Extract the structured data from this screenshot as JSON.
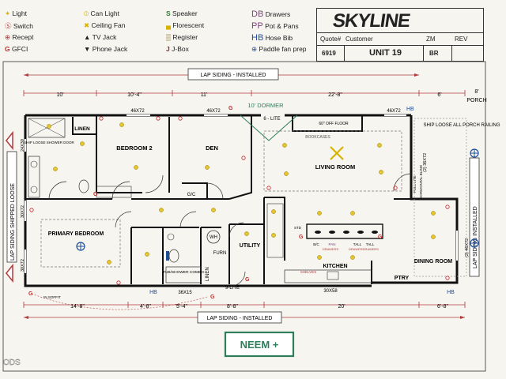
{
  "legend": {
    "items": [
      {
        "symbol": "✦",
        "label": "Light",
        "color": "#d7b200"
      },
      {
        "symbol": "Ⓢ",
        "label": "Switch",
        "color": "#c62828"
      },
      {
        "symbol": "⊕",
        "label": "Recept",
        "color": "#c62828"
      },
      {
        "symbol": "G",
        "label": "GFCI",
        "color": "#c62828"
      },
      {
        "symbol": "⦶",
        "label": "Can Light",
        "color": "#d7b200"
      },
      {
        "symbol": "✖",
        "label": "Ceiling Fan",
        "color": "#d7b200"
      },
      {
        "symbol": "▲",
        "label": "TV Jack",
        "color": "#111111"
      },
      {
        "symbol": "▼",
        "label": "Phone Jack",
        "color": "#111111"
      },
      {
        "symbol": "S",
        "label": "Speaker",
        "color": "#2e7d32"
      },
      {
        "symbol": "▄",
        "label": "Florescent",
        "color": "#d7b200"
      },
      {
        "symbol": "▒",
        "label": "Register",
        "color": "#8d6e1f"
      },
      {
        "symbol": "J",
        "label": "J-Box",
        "color": "#8b2c2c"
      },
      {
        "symbol": "DB",
        "label": "Drawers",
        "color": "#7b3f7b"
      },
      {
        "symbol": "PP",
        "label": "Pot & Pans",
        "color": "#7b3f7b"
      },
      {
        "symbol": "HB",
        "label": "Hose Bib",
        "color": "#1f4e9c"
      },
      {
        "symbol": "⊕",
        "label": "Paddle fan prep",
        "color": "#1f4e9c"
      }
    ]
  },
  "title_block": {
    "brand": "SKYLINE",
    "quote_label": "Quote#",
    "customer_label": "Customer",
    "zm_label": "ZM",
    "rev_label": "REV",
    "quote_value": "6919",
    "customer_value": "UNIT 19",
    "zm_value": "BR"
  },
  "dimensions": {
    "top_siding": "LAP SIDING - INSTALLED",
    "bottom_siding": "LAP SIDING - INSTALLED",
    "top": [
      "10'",
      "10'-4\"",
      "11'",
      "22'-8\"",
      "6'"
    ],
    "porch_depth": "8'",
    "porch_label": "PORCH",
    "bottom": [
      "14'-8\"",
      "4'-8\"",
      "5'-4\"",
      "8'-8\"",
      "20'",
      "6'-8\""
    ],
    "left_side": "LAP SIDING SHIPPED LOOSE",
    "right_side": "LAP SIDING INSTALLED",
    "left_window_1": "24X39",
    "left_window_2": "30X72",
    "left_window_3": "30X72"
  },
  "rooms": {
    "linen_top": "LINEN",
    "bedroom2": "BEDROOM 2",
    "den": "DEN",
    "living": "LIVING ROOM",
    "primary": "PRIMARY BEDROOM",
    "utility": "UTILITY",
    "kitchen": "KITCHEN",
    "dining": "DINING ROOM",
    "ptry": "PTRY",
    "linen_side": "LINEN",
    "furn": "FURN",
    "wh": "WH",
    "gc": "G/C"
  },
  "annotations": {
    "dormer": "10' DORMER",
    "six_lite": "6 - LITE",
    "nine_lite": "9-LITE",
    "window_46a": "46X72",
    "window_46b": "46X72",
    "window_46c": "46X72",
    "hb_top": "HB",
    "hb_bottom_left": "HB",
    "hb_bottom_right": "HB",
    "off_floor": "60\" OFF FLOOR",
    "bookcases": "BOOKCASES",
    "ship_loose_shower": "SHIP LOOSE SHOWER DOOR",
    "ship_loose_porch": "SHIP LOOSE ALL PORCH RAILING",
    "tub_shower": "TUB/SHOWER COMBO",
    "win_36x15": "36X15",
    "win_30x58": "30X58",
    "in_soffit": "IN SOFFIT",
    "shelves": "SHELVES",
    "std": "STD",
    "full_lite": "FULL LITE",
    "horizontal_blind": "HORIZONTAL BLIND",
    "right_window_1": "(2) 36X72",
    "right_window_2": "(2) 46X72",
    "island_labels": [
      "B/C",
      "PAN",
      "TALL",
      "TALL"
    ],
    "island_sub": [
      "DRAWERS",
      "DRAWERDRAWERS"
    ]
  },
  "footer": {
    "neem": "NEEM +",
    "watermark": "ODS"
  },
  "colors": {
    "wall": "#111111",
    "dimension_red": "#b23a3a",
    "accent_green": "#2e7d5b",
    "sheet": "#f6f5f0",
    "background": "#dcdad2"
  }
}
